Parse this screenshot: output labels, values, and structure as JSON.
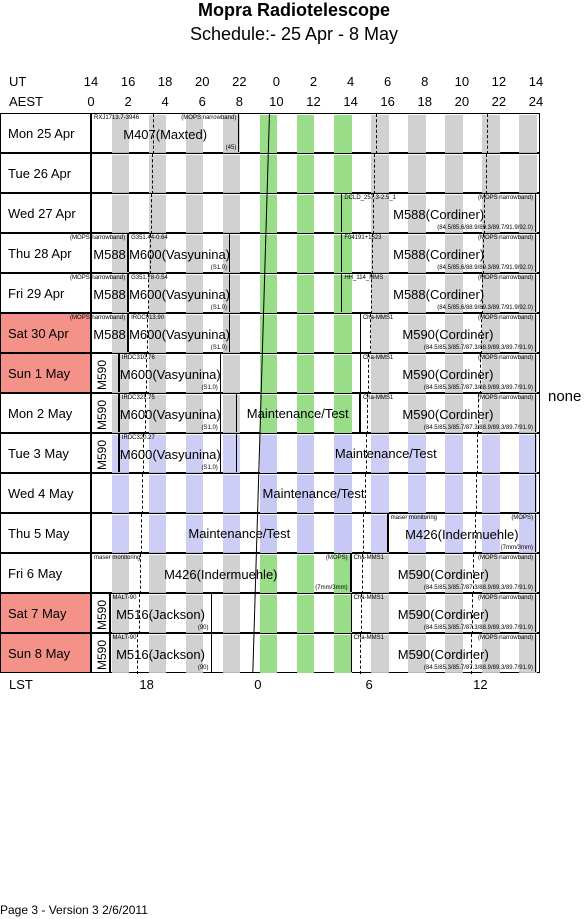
{
  "title": "Mopra Radiotelescope",
  "subtitle": "Schedule:- 25 Apr - 8  May",
  "ut_label": "UT",
  "aest_label": "AEST",
  "lst_label": "LST",
  "ut_ticks": [
    "14",
    "16",
    "18",
    "20",
    "22",
    "0",
    "2",
    "4",
    "6",
    "8",
    "10",
    "12",
    "14"
  ],
  "aest_ticks": [
    "0",
    "2",
    "4",
    "6",
    "8",
    "10",
    "12",
    "14",
    "16",
    "18",
    "20",
    "22",
    "24"
  ],
  "lst_ticks": [
    "18",
    "0",
    "6",
    "12"
  ],
  "none_label": "none",
  "footer": "Page 3 - Version 3  2/6/2011",
  "colors": {
    "weekend": "#f4928a",
    "green": "#99dd88",
    "grey": "#cccccc",
    "lavender": "#c8c8f4"
  },
  "days": [
    {
      "label": "Mon   25 Apr",
      "weekend": false
    },
    {
      "label": "Tue   26 Apr",
      "weekend": false
    },
    {
      "label": "Wed   27 Apr",
      "weekend": false
    },
    {
      "label": "Thu   28 Apr",
      "weekend": false
    },
    {
      "label": "Fri    29 Apr",
      "weekend": false
    },
    {
      "label": "Sat   30 Apr",
      "weekend": true
    },
    {
      "label": "Sun   1 May",
      "weekend": true
    },
    {
      "label": "Mon  2  May",
      "weekend": false
    },
    {
      "label": "Tue   3  May",
      "weekend": false
    },
    {
      "label": "Wed  4  May",
      "weekend": false
    },
    {
      "label": "Thu   5  May",
      "weekend": false
    },
    {
      "label": "Fri    6  May",
      "weekend": false
    },
    {
      "label": "Sat   7  May",
      "weekend": true
    },
    {
      "label": "Sun   8  May",
      "weekend": true
    }
  ],
  "blocks": [
    {
      "row": 0,
      "start": 0,
      "end": 8,
      "big": "M407(Maxted)",
      "src": "RXJ1713.7-3946",
      "tag": "(MOPS narrowband)",
      "sub": "(45)",
      "vertical": false
    },
    {
      "row": 2,
      "start": 13.5,
      "end": 24,
      "big": "M588(Cordiner)",
      "src": "DCLD_257.3-2.5_1",
      "tag": "(MOPS narrowband)",
      "sub": "(84.5/85.6/88.9/89.3/89.7/91.9/92.0)",
      "vertical": false
    },
    {
      "row": 3,
      "start": 0,
      "end": 2,
      "big": "M588",
      "src": "",
      "tag": "(MOPS narrowband)",
      "sub": "",
      "vertical": false
    },
    {
      "row": 3,
      "start": 2,
      "end": 7.5,
      "big": "M600(Vasyunina)",
      "src": "G351.44-0.64",
      "tag": "",
      "sub": "(S1.0)",
      "vertical": false
    },
    {
      "row": 3,
      "start": 13.5,
      "end": 24,
      "big": "M588(Cordiner)",
      "src": "F04191+1523",
      "tag": "(MOPS narrowband)",
      "sub": "(84.5/85.6/88.9/89.3/89.7/91.9/92.0)",
      "vertical": false
    },
    {
      "row": 4,
      "start": 0,
      "end": 2,
      "big": "M588",
      "src": "",
      "tag": "(MOPS narrowband)",
      "sub": "",
      "vertical": false
    },
    {
      "row": 4,
      "start": 2,
      "end": 7.5,
      "big": "M600(Vasyunina)",
      "src": "G351.78-0.54",
      "tag": "",
      "sub": "(S1.0)",
      "vertical": false
    },
    {
      "row": 4,
      "start": 13.5,
      "end": 24,
      "big": "M588(Cordiner)",
      "src": "HH_114_MMS",
      "tag": "(MOPS narrowband)",
      "sub": "(84.5/85.6/88.9/89.3/89.7/91.9/92.0)",
      "vertical": false
    },
    {
      "row": 5,
      "start": 0,
      "end": 2,
      "big": "M588",
      "src": "",
      "tag": "(MOPS narrowband)",
      "sub": "",
      "vertical": false
    },
    {
      "row": 5,
      "start": 2,
      "end": 7.5,
      "big": "M600(Vasyunina)",
      "src": "IRDC013.90",
      "tag": "",
      "sub": "(S1.0)",
      "vertical": false
    },
    {
      "row": 5,
      "start": 14.5,
      "end": 24,
      "big": "M590(Cordiner)",
      "src": "Cha-MMS1",
      "tag": "(MOPS narrowband)",
      "sub": "(84.5/85.3/85.7/87.3/88.9/89.3/89.7/91.9)",
      "vertical": false
    },
    {
      "row": 6,
      "start": 0,
      "end": 1.5,
      "big": "M590",
      "src": "",
      "tag": "",
      "sub": "",
      "vertical": true
    },
    {
      "row": 6,
      "start": 1.5,
      "end": 7,
      "big": "M600(Vasyunina)",
      "src": "IRDC310.76",
      "tag": "",
      "sub": "(S1.0)",
      "vertical": false
    },
    {
      "row": 6,
      "start": 14.5,
      "end": 24,
      "big": "M590(Cordiner)",
      "src": "Cha-MMS1",
      "tag": "(MOPS narrowband)",
      "sub": "(84.5/85.3/85.7/87.3/88.9/89.3/89.7/91.9)",
      "vertical": false
    },
    {
      "row": 7,
      "start": 0,
      "end": 1.5,
      "big": "M590",
      "src": "",
      "tag": "",
      "sub": "",
      "vertical": true
    },
    {
      "row": 7,
      "start": 1.5,
      "end": 7,
      "big": "M600(Vasyunina)",
      "src": "IRDC321.75",
      "tag": "",
      "sub": "(S1.0)",
      "vertical": false
    },
    {
      "row": 7,
      "start": 7.8,
      "end": 14.5,
      "big": "Maintenance/Test",
      "src": "",
      "tag": "",
      "sub": "",
      "vertical": false
    },
    {
      "row": 7,
      "start": 14.5,
      "end": 24,
      "big": "M590(Cordiner)",
      "src": "Cha-MMS1",
      "tag": "(MOPS narrowband)",
      "sub": "(84.5/85.3/85.7/87.3/88.9/89.3/89.7/91.9)",
      "vertical": false
    },
    {
      "row": 8,
      "start": 0,
      "end": 1.5,
      "big": "M590",
      "src": "",
      "tag": "",
      "sub": "",
      "vertical": true
    },
    {
      "row": 8,
      "start": 1.5,
      "end": 7,
      "big": "M600(Vasyunina)",
      "src": "IRDC320.27",
      "tag": "",
      "sub": "(S1.0)",
      "vertical": false
    },
    {
      "row": 8,
      "start": 7.8,
      "end": 24,
      "big": "Maintenance/Test",
      "src": "",
      "tag": "",
      "sub": "",
      "vertical": false
    },
    {
      "row": 9,
      "start": 0,
      "end": 24,
      "big": "Maintenance/Test",
      "src": "",
      "tag": "",
      "sub": "",
      "vertical": false
    },
    {
      "row": 10,
      "start": 0,
      "end": 16,
      "big": "Maintenance/Test",
      "src": "",
      "tag": "",
      "sub": "",
      "vertical": false
    },
    {
      "row": 10,
      "start": 16,
      "end": 24,
      "big": "M426(Indermuehle)",
      "src": "maser monitoring",
      "tag": "(MOPS)",
      "sub": "(7mm/3mm)",
      "vertical": false
    },
    {
      "row": 11,
      "start": 0,
      "end": 14,
      "big": "M426(Indermuehle)",
      "src": "maser monitoring",
      "tag": "(MOPS)",
      "sub": "(7mm/3mm)",
      "vertical": false
    },
    {
      "row": 11,
      "start": 14,
      "end": 24,
      "big": "M590(Cordiner)",
      "src": "Cha-MMS1",
      "tag": "(MOPS narrowband)",
      "sub": "(84.5/85.3/85.7/87.3/88.9/89.3/89.7/91.9)",
      "vertical": false
    },
    {
      "row": 12,
      "start": 0,
      "end": 1,
      "big": "M590",
      "src": "",
      "tag": "",
      "sub": "",
      "vertical": true
    },
    {
      "row": 12,
      "start": 1,
      "end": 6.5,
      "big": "M516(Jackson)",
      "src": "MALT-90",
      "tag": "",
      "sub": "(90)",
      "vertical": false
    },
    {
      "row": 12,
      "start": 14,
      "end": 24,
      "big": "M590(Cordiner)",
      "src": "Cha-MMS1",
      "tag": "(MOPS narrowband)",
      "sub": "(84.5/85.3/85.7/87.3/88.9/89.3/89.7/91.9)",
      "vertical": false
    },
    {
      "row": 13,
      "start": 0,
      "end": 1,
      "big": "M590",
      "src": "",
      "tag": "",
      "sub": "",
      "vertical": true
    },
    {
      "row": 13,
      "start": 1,
      "end": 6.5,
      "big": "M516(Jackson)",
      "src": "MALT-90",
      "tag": "",
      "sub": "(90)",
      "vertical": false
    },
    {
      "row": 13,
      "start": 14,
      "end": 24,
      "big": "M590(Cordiner)",
      "src": "Cha-MMS1",
      "tag": "(MOPS narrowband)",
      "sub": "(84.5/85.3/85.7/87.3/88.9/89.3/89.7/91.9)",
      "vertical": false
    }
  ]
}
